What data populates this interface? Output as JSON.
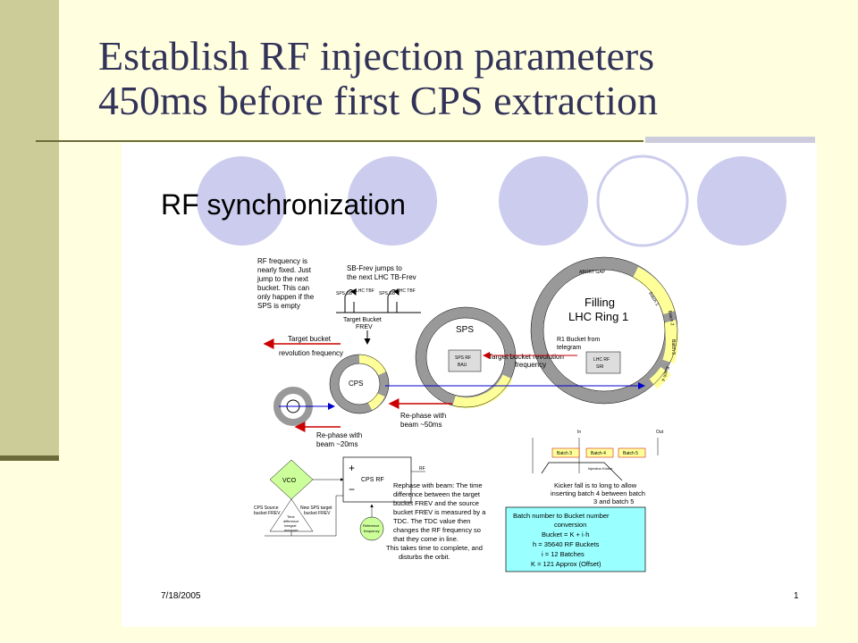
{
  "title_line1": "Establish RF injection parameters",
  "title_line2": "450ms before first CPS extraction",
  "slide": {
    "heading": "RF synchronization",
    "date": "7/18/2005",
    "page": "1"
  },
  "diagram": {
    "rf_freq_note": [
      "RF frequency is",
      "nearly fixed. Just",
      "jump to the next",
      "bucket. This can",
      "only happen if the",
      "SPS is empty"
    ],
    "sb_freq_note": [
      "SB-Frev jumps to",
      "the next LHC TB-Frev"
    ],
    "sps_sb": "SPS SB",
    "lhc_tbf": "LHC TBF",
    "target_bucket_frev": [
      "Target Bucket",
      "FREV"
    ],
    "target_rev_freq": [
      "Target bucket",
      "revolution frequency"
    ],
    "cps": "CPS",
    "sps": "SPS",
    "filling": [
      "Filling",
      "LHC Ring 1"
    ],
    "abort_gap": "ABORT GAP",
    "batch_labels": [
      "Batch 1",
      "Batch 2",
      "Batch 3",
      "Batch 4",
      "Batch 5"
    ],
    "ri_bucket": [
      "R1 Bucket from",
      "telegram"
    ],
    "target_rev_freq_mid": [
      "Target bucket revolution",
      "frequency"
    ],
    "sps_rf_box": [
      "SPS RF",
      "BAU"
    ],
    "lhc_rf_box": [
      "LHC RF",
      "SRI"
    ],
    "rephase_50": [
      "Re-phase with",
      "beam ~50ms"
    ],
    "rephase_20": [
      "Re-phase with",
      "beam ~20ms"
    ],
    "vco": "VCO",
    "cps_rf": "CPS RF",
    "rf_out": "RF",
    "cps_source": [
      "CPS Source",
      "bucket FREV"
    ],
    "new_sps_target": [
      "New SPS target",
      "bucket FREV"
    ],
    "time_diff_box": [
      "Time",
      "difference",
      "Integral",
      "measure"
    ],
    "reference_freq": [
      "Reference",
      "frequency"
    ],
    "rephase_note": [
      "Rephase with beam: The time",
      "difference between the target",
      "bucket FREV and the source",
      "bucket FREV is measured by a",
      "TDC. The TDC value then",
      "changes the RF frequency so",
      "that they come in line.",
      "This takes time to complete, and",
      "disturbs the orbit."
    ],
    "kicker_labels": [
      "In",
      "Out"
    ],
    "kicker_batches": [
      "Batch 3",
      "Batch 4",
      "Batch 5"
    ],
    "injection_kicker": "Injection Kicker",
    "kicker_note": [
      "Kicker fall is to long to allow",
      "inserting batch 4 between batch",
      "3 and batch 5"
    ],
    "batch_box": [
      "Batch number to Bucket number",
      "conversion",
      "Bucket = K + i·h",
      "h = 35640 RF Buckets",
      "i = 12 Batches",
      "K = 121 Approx (Offset)"
    ]
  },
  "colors": {
    "background": "#ffffe0",
    "side_bar": "#cccc99",
    "title": "#33335a",
    "circle_fill": "#ccccee",
    "batch_fill": "#ffff99",
    "arrow_red": "#cc0000",
    "arrow_blue": "#0000cc"
  }
}
